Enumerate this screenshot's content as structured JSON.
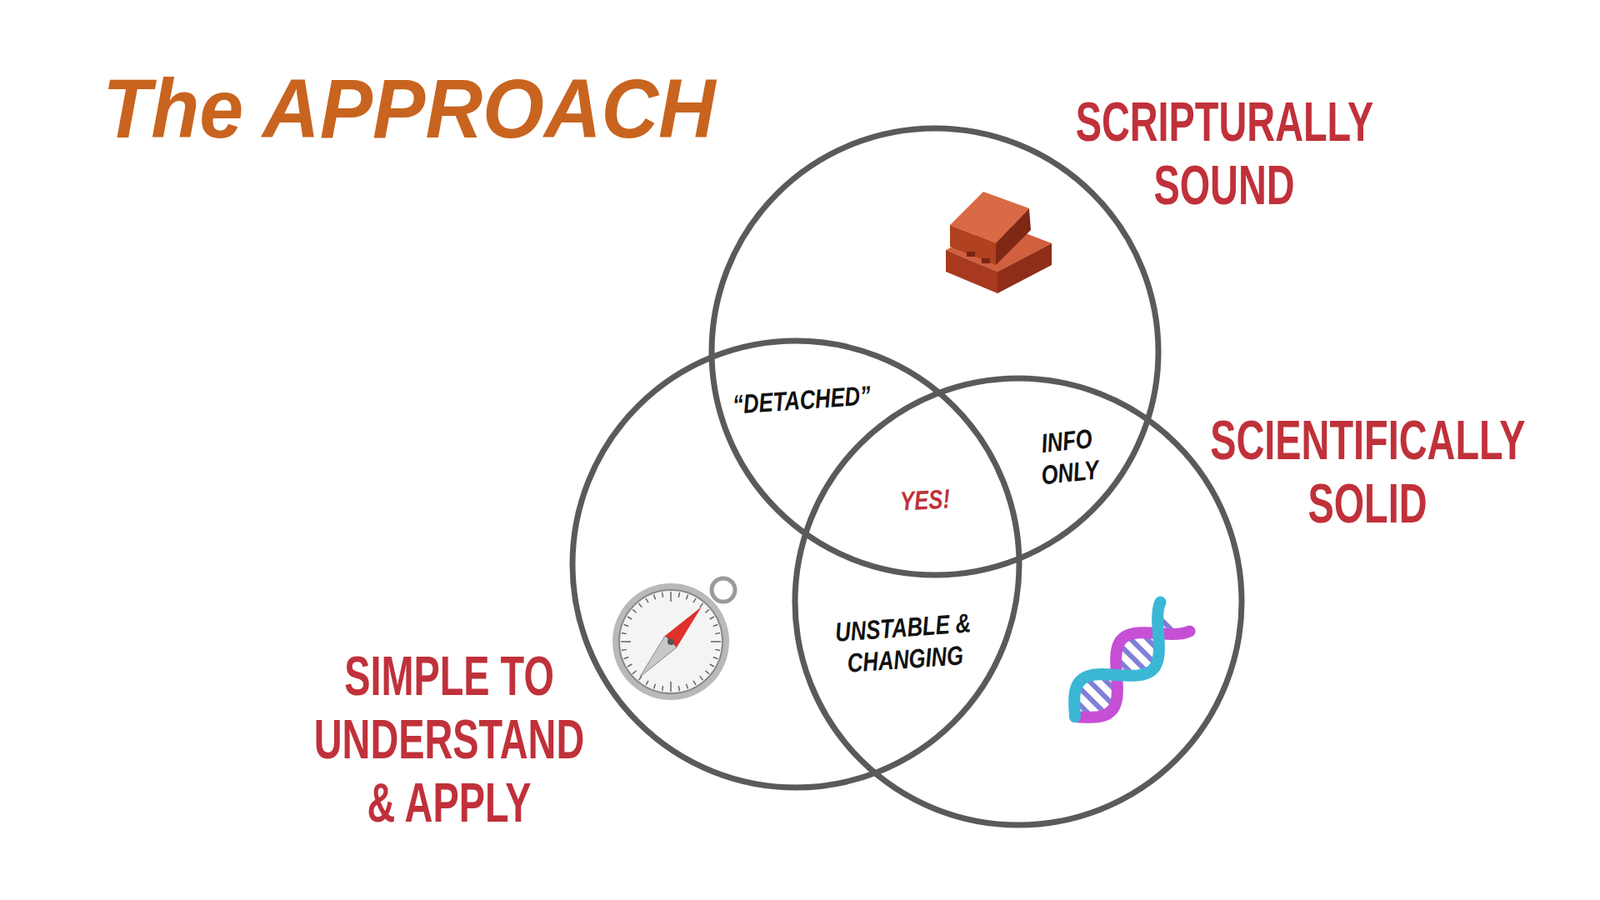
{
  "diagram": {
    "title": "The APPROACH",
    "nodes": [
      {
        "text": [
          "SCRIPTURALLY SOUND"
        ]
      },
      {
        "text": [
          "SCIENTIFICALLY SOLID"
        ]
      },
      {
        "text": [
          "SIMPLE TO UNDERSTAND & APPLY"
        ]
      }
    ],
    "labels": [
      "“DETACHED”",
      "INFO ONLY",
      "YES!",
      "UNSTABLE & CHANGING"
    ]
  }
}
